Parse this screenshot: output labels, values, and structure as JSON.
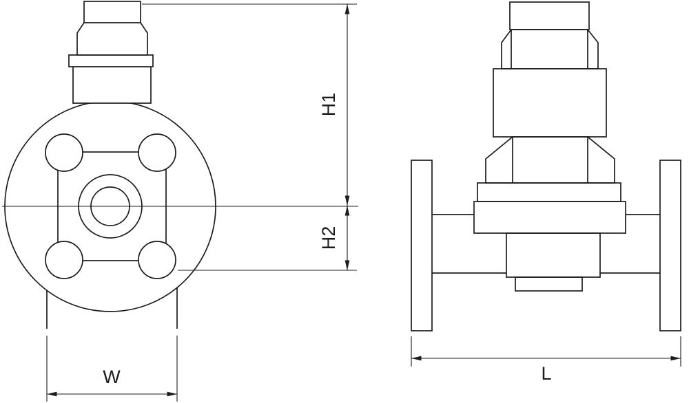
{
  "drawing": {
    "background_color": "#ffffff",
    "line_color": "#1c1c1c",
    "dimensions": {
      "h1": {
        "label": "H1",
        "orientation": "vertical"
      },
      "h2": {
        "label": "H2",
        "orientation": "vertical"
      },
      "w": {
        "label": "W",
        "orientation": "horizontal"
      },
      "l": {
        "label": "L",
        "orientation": "horizontal"
      }
    }
  }
}
